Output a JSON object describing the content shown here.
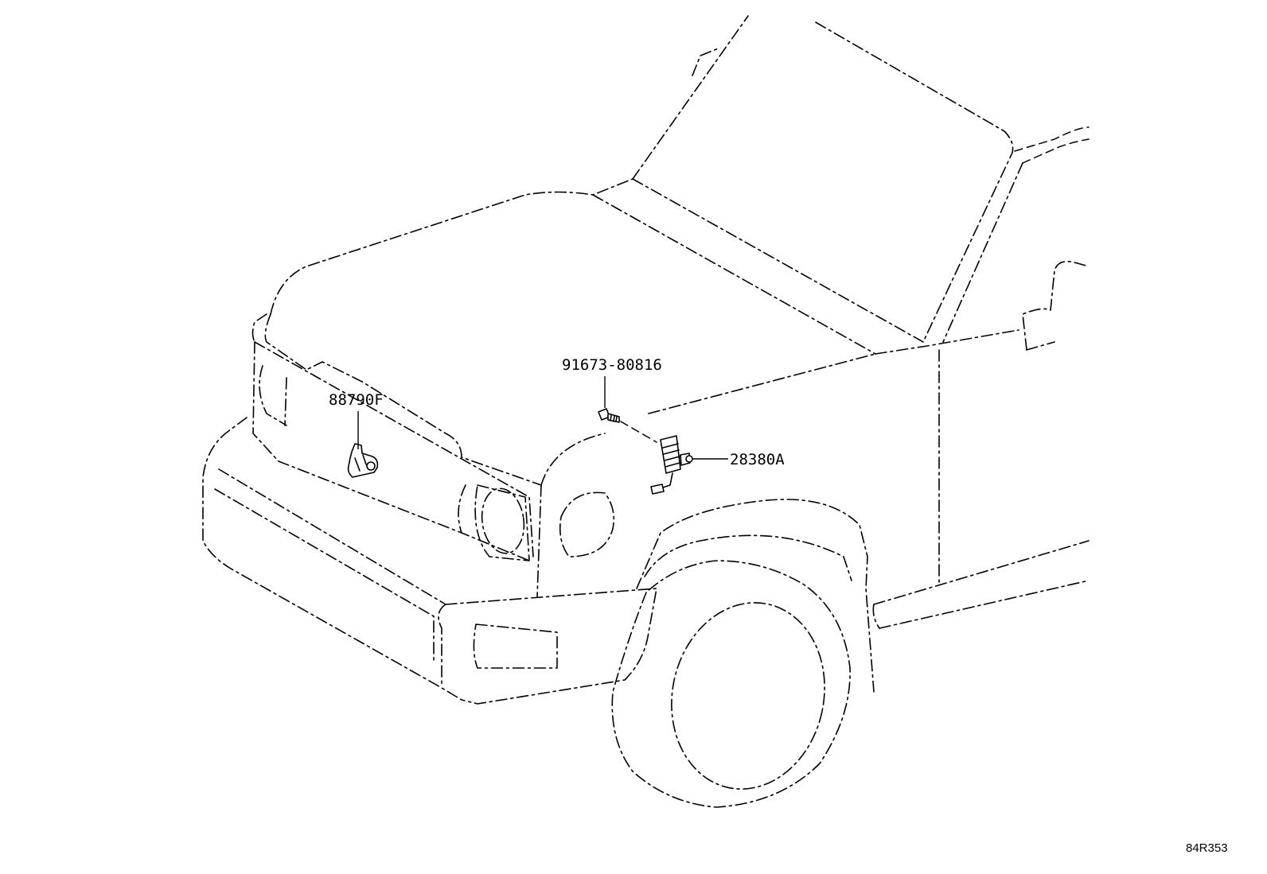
{
  "callouts": {
    "horn": "88790F",
    "bolt": "91673-80816",
    "sensor": "28380A"
  },
  "figure_ref": "84R353"
}
